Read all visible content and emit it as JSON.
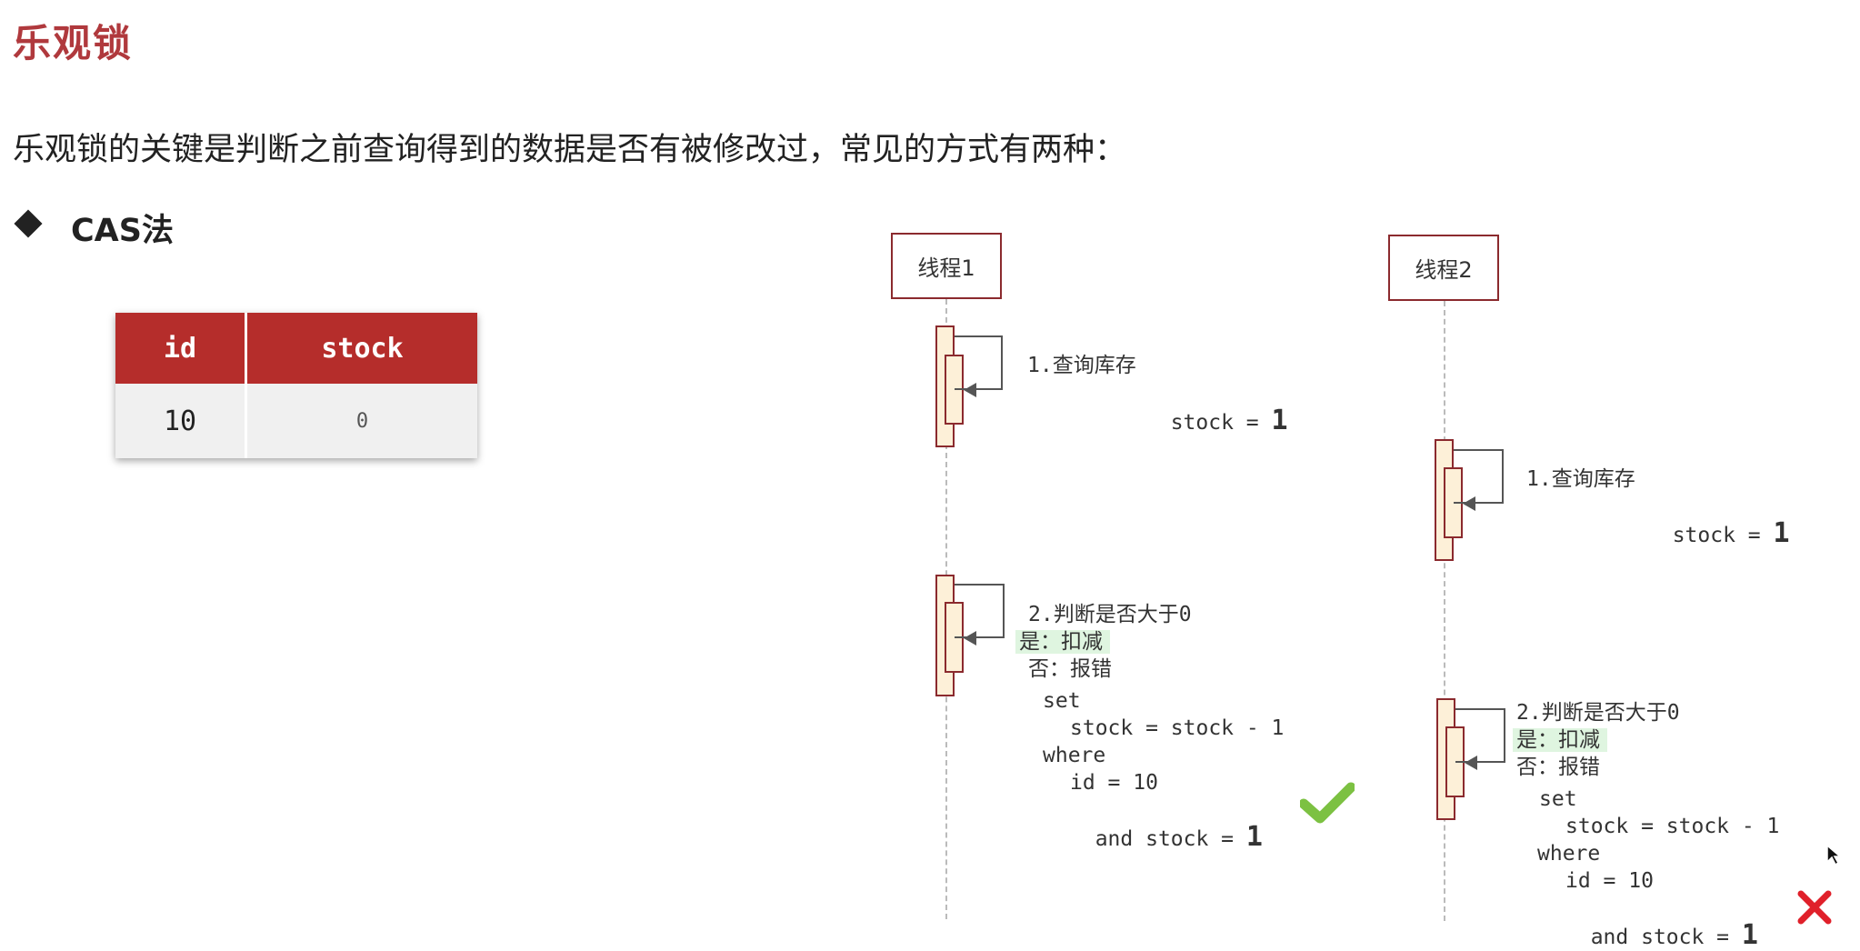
{
  "title": "乐观锁",
  "intro": "乐观锁的关键是判断之前查询得到的数据是否有被修改过，常见的方式有两种：",
  "section": "CAS法",
  "table": {
    "headers": [
      "id",
      "stock"
    ],
    "rows": [
      [
        "10",
        "0"
      ]
    ]
  },
  "threads": [
    {
      "name": "线程1",
      "step1": {
        "label": "1.查询库存",
        "stock_expr": "stock =",
        "stock_value": "1"
      },
      "step2": {
        "label": "2.判断是否大于0",
        "yes": "是：扣减",
        "no": "否：报错",
        "sql": [
          "set",
          "stock = stock - 1",
          "where",
          "id = 10",
          "and stock ="
        ],
        "sql_value": "1",
        "result": "success"
      }
    },
    {
      "name": "线程2",
      "step1": {
        "label": "1.查询库存",
        "stock_expr": "stock =",
        "stock_value": "1"
      },
      "step2": {
        "label": "2.判断是否大于0",
        "yes": "是：扣减",
        "no": "否：报错",
        "sql": [
          "set",
          "stock = stock - 1",
          "where",
          "id = 10",
          "and stock ="
        ],
        "sql_value": "1",
        "result": "failure"
      }
    }
  ],
  "colors": {
    "title": "#b0393d",
    "table_header": "#b52d2b",
    "activation_fill": "#fdf0d8",
    "highlight": "#dff5e0",
    "check": "#7cc142",
    "cross": "#e0202a"
  }
}
